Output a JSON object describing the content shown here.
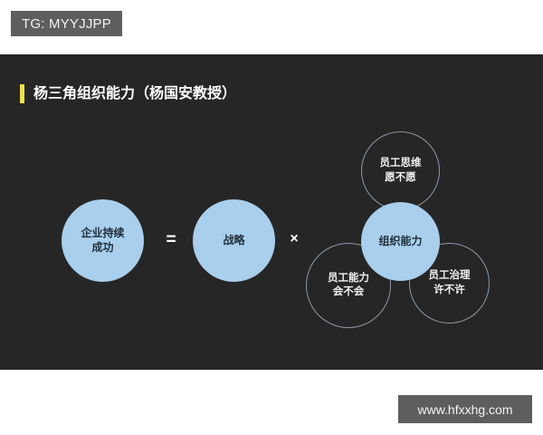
{
  "page": {
    "background_color": "#ffffff",
    "panel_color": "#262626"
  },
  "top_watermark": {
    "text": "TG: MYYJJPP",
    "background_color": "#5e5e5e",
    "text_color": "#f2f2f2"
  },
  "slide": {
    "heading": "杨三角组织能力（杨国安教授）",
    "accent_color": "#ece14a",
    "heading_color": "#ffffff"
  },
  "diagram": {
    "type": "concept-equation",
    "fill_color": "#a9cfed",
    "outline_color": "#8d99a6",
    "filled_label_color": "#22303d",
    "outlined_label_color": "#f0f0f0",
    "nodes": [
      {
        "id": "success",
        "label": "企业持续\n成功",
        "style": "filled"
      },
      {
        "id": "strategy",
        "label": "战略",
        "style": "filled"
      },
      {
        "id": "org",
        "label": "组织能力",
        "style": "filled"
      },
      {
        "id": "mindset",
        "label": "员工思维\n愿不愿",
        "style": "outlined"
      },
      {
        "id": "ability",
        "label": "员工能力\n会不会",
        "style": "outlined"
      },
      {
        "id": "governance",
        "label": "员工治理\n许不许",
        "style": "outlined"
      }
    ],
    "operators": {
      "equals": "=",
      "times": "×"
    }
  },
  "bottom_watermark": {
    "text": "www.hfxxhg.com",
    "background_color": "#5e5e5e",
    "text_color": "#f4f4f4"
  }
}
